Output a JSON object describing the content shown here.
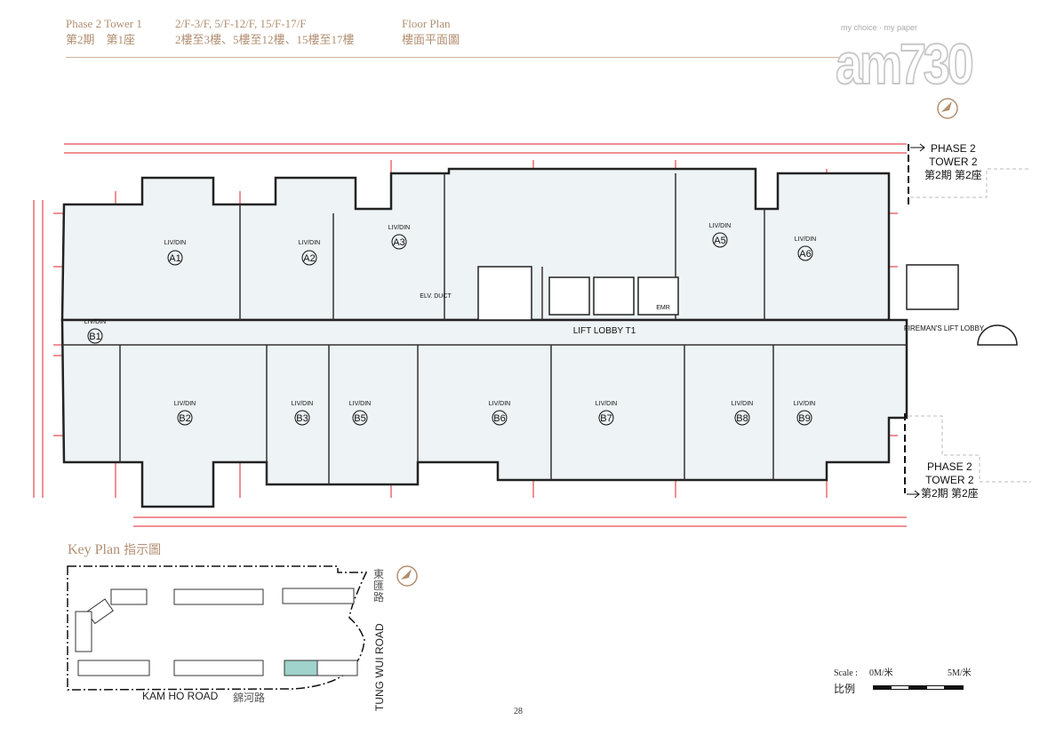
{
  "header": {
    "phase_en": "Phase 2  Tower 1",
    "phase_zh": "第2期　第1座",
    "floors_en": "2/F-3/F, 5/F-12/F, 15/F-17/F",
    "floors_zh": "2樓至3樓、5樓至12樓、15樓至17樓",
    "title_en": "Floor Plan",
    "title_zh": "樓面平面圖"
  },
  "logo": {
    "tagline": "my choice · my paper",
    "text": "am730"
  },
  "plan": {
    "units": [
      "A1",
      "A2",
      "A3",
      "A5",
      "A6",
      "B1",
      "B2",
      "B3",
      "B5",
      "B6",
      "B7",
      "B8",
      "B9"
    ],
    "room_label": "LIV/DIN",
    "lift_lobby": "LIFT LOBBY T1",
    "fireman_lobby": "FIREMAN'S LIFT LOBBY",
    "elv_duct": "ELV. DUCT",
    "emr": "EMR",
    "neighbour_top": {
      "line1": "PHASE 2",
      "line2": "TOWER 2",
      "line3": "第2期 第2座"
    },
    "neighbour_bottom": {
      "line1": "PHASE 2",
      "line2": "TOWER 2",
      "line3": "第2期 第2座"
    },
    "dimension_color": "#e0202a",
    "wall_color": "#222222"
  },
  "key_plan": {
    "title_en": "Key Plan",
    "title_zh": "指示圖",
    "road_south_en": "KAM HO ROAD",
    "road_south_zh": "錦河路",
    "road_east_en": "TUNG WUI ROAD",
    "road_east_zh": "東匯路",
    "highlight_color": "#9fd3cc"
  },
  "scale": {
    "label_en": "Scale :",
    "label_zh": "比例",
    "start": "0M/米",
    "end": "5M/米"
  },
  "page_number": "28"
}
